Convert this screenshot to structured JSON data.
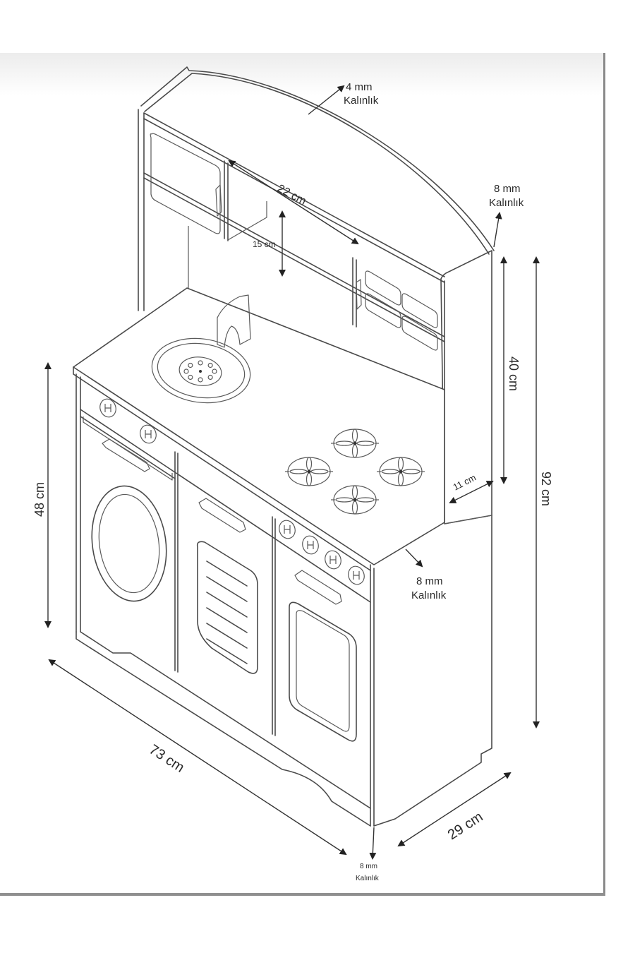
{
  "diagram": {
    "subject": "Toy kitchen set technical dimension drawing",
    "colors": {
      "line": "#4a4a4a",
      "frame": "#8a8a8a",
      "background": "#ffffff"
    },
    "labels": {
      "top_thickness": {
        "value": "4 mm",
        "caption": "Kalınlık"
      },
      "side_panel_thickness": {
        "value": "8 mm",
        "caption": "Kalınlık"
      },
      "counter_thickness": {
        "value": "8 mm",
        "caption": "Kalınlık"
      },
      "bottom_thickness": {
        "value": "8 mm",
        "caption": "Kalınlık"
      },
      "shelf_width": "22 cm",
      "shelf_height": "15 cm",
      "upper_height": "40 cm",
      "total_height": "92 cm",
      "base_height": "48 cm",
      "width": "73 cm",
      "depth": "29 cm",
      "side_depth": "11 cm"
    },
    "components": {
      "burners": 4,
      "washer_knobs": 2,
      "oven_knobs": 4,
      "upper_left_cabinet_panes": 1,
      "upper_right_cabinet_panes": 4,
      "dishwasher_slats": 6,
      "sink_drain_holes": 8
    }
  }
}
